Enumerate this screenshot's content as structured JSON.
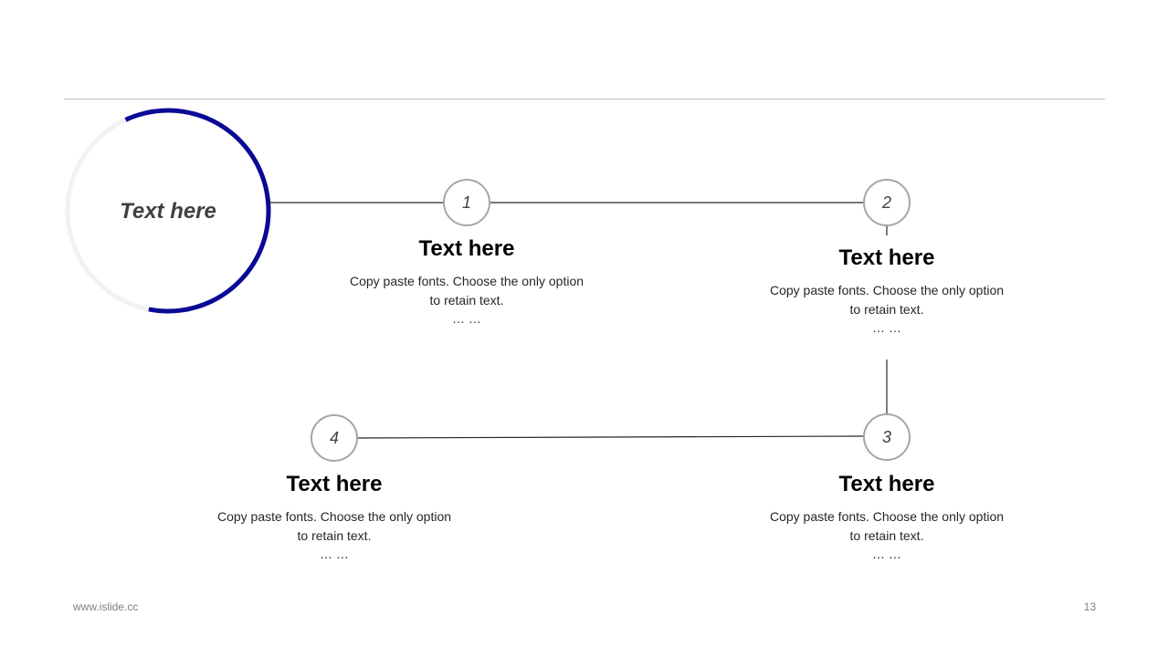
{
  "colors": {
    "accent": "#0a0a96",
    "ring_track": "#f2f2f2",
    "node_border": "#a6a6a6",
    "connector": "#262626",
    "rule": "#bfbfbf"
  },
  "hub": {
    "label": "Text here",
    "progress": 0.6
  },
  "steps": [
    {
      "number": "1",
      "title": "Text here",
      "description": "Copy paste fonts. Choose the only option to retain text.",
      "ellipsis": "… …"
    },
    {
      "number": "2",
      "title": "Text here",
      "description": "Copy paste fonts. Choose the only option to retain text.",
      "ellipsis": "… …"
    },
    {
      "number": "3",
      "title": "Text here",
      "description": "Copy paste fonts. Choose the only option to retain text.",
      "ellipsis": "… …"
    },
    {
      "number": "4",
      "title": "Text here",
      "description": "Copy paste fonts. Choose the only option to retain text.",
      "ellipsis": "… …"
    }
  ],
  "footer": {
    "url": "www.islide.cc",
    "page_number": "13"
  }
}
